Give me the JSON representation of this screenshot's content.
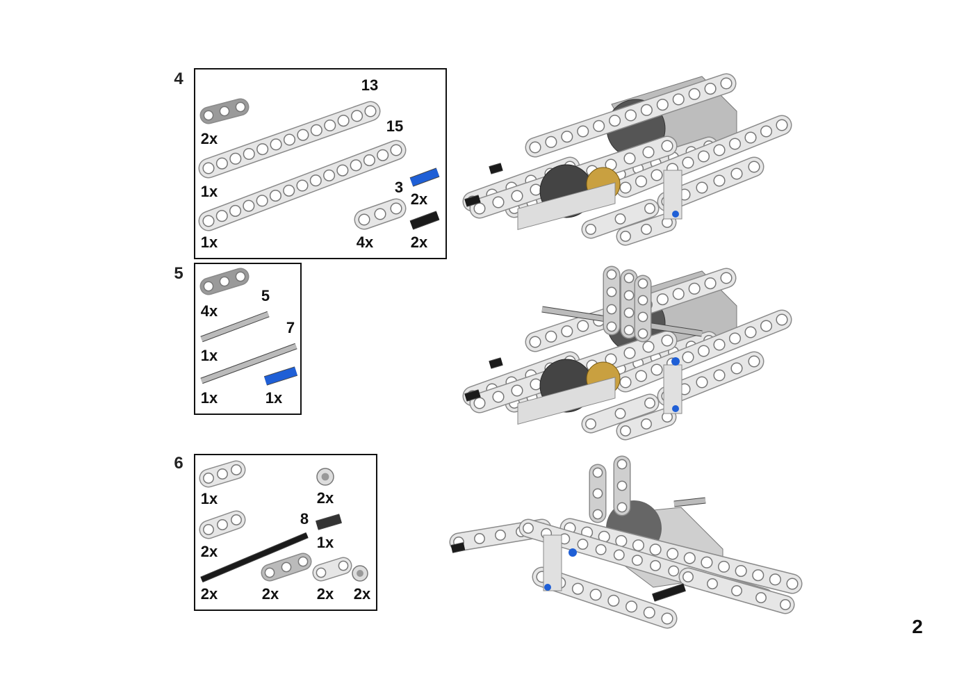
{
  "page_number": "2",
  "colors": {
    "beam": "#e6e6e6",
    "beam_edge": "#8a8a8a",
    "dark_gray": "#6e6e6e",
    "blue": "#1f5fd6",
    "black": "#1a1a1a",
    "tan": "#c9a040"
  },
  "steps": [
    {
      "number": "4",
      "labels": {
        "beam13_length": "13",
        "beam15_length": "15",
        "connector_qty": "2x",
        "beam13_qty": "1x",
        "blue_pin_length": "3",
        "blue_pin_qty": "2x",
        "beam15_qty": "1x",
        "beam3_qty": "4x",
        "black_pin_qty": "2x"
      }
    },
    {
      "number": "5",
      "labels": {
        "connector_qty": "4x",
        "axle5_length": "5",
        "axle7_length": "7",
        "axle5_qty": "1x",
        "axle7_qty": "1x",
        "blue_pin_qty": "1x"
      }
    },
    {
      "number": "6",
      "labels": {
        "beam_qty": "1x",
        "bush_qty": "2x",
        "axle_length": "8",
        "pin_qty": "1x",
        "beam2_qty": "2x",
        "axle_qty": "2x",
        "connector_qty": "2x",
        "holder_qty": "2x",
        "bush2_qty": "2x"
      }
    }
  ]
}
